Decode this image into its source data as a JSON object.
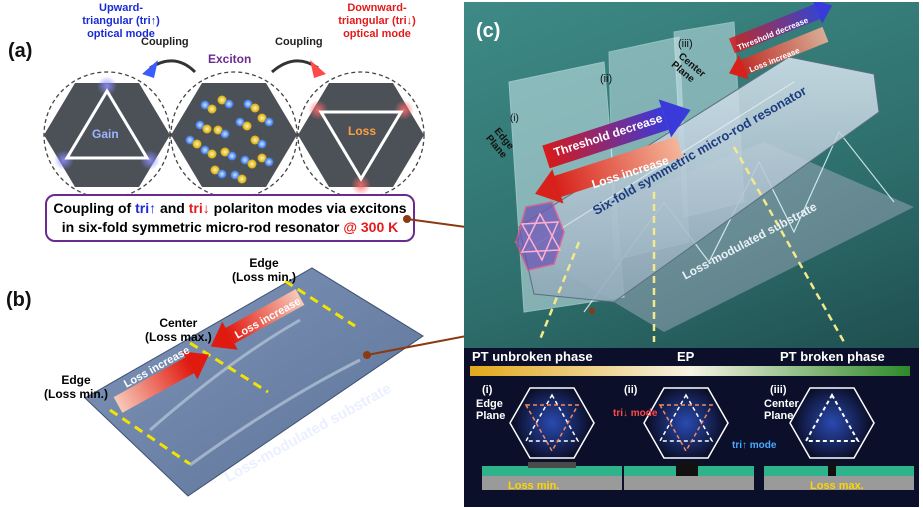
{
  "panel_a": {
    "letter": "(a)",
    "up_mode_lines": [
      "Upward-",
      "triangular (tri↑)",
      "optical mode"
    ],
    "down_mode_lines": [
      "Downward-",
      "triangular (tri↓)",
      "optical mode"
    ],
    "coupling_left": "Coupling",
    "coupling_right": "Coupling",
    "exciton": "Exciton",
    "gain": "Gain",
    "loss": "Loss",
    "caption": {
      "p1": "Coupling of ",
      "tri_up": "tri↑",
      "p2": " and ",
      "tri_down": "tri↓",
      "p3": " polariton modes via excitons",
      "p4": "in six-fold symmetric micro-rod resonator ",
      "temp": "@ 300 K"
    }
  },
  "panel_b": {
    "letter": "(b)",
    "edge_top": [
      "Edge",
      "(Loss min.)"
    ],
    "center": [
      "Center",
      "(Loss max.)"
    ],
    "edge_left": [
      "Edge",
      "(Loss min.)"
    ],
    "loss_increase_1": "Loss increase",
    "loss_increase_2": "Loss increase",
    "substrate": "Loss-modulated substrate"
  },
  "panel_c": {
    "letter": "(c)",
    "plane_i": "(i)",
    "plane_ii": "(ii)",
    "plane_iii": "(iii)",
    "edge_plane": [
      "Edge",
      "Plane"
    ],
    "center_plane": [
      "Center",
      "Plane"
    ],
    "threshold_decrease": "Threshold decrease",
    "loss_increase": "Loss increase",
    "threshold_decrease_small": "Threshold decrease",
    "loss_increase_small": "Loss increase",
    "resonator": "Six-fold symmetric micro-rod resonator",
    "substrate": "Loss-modulated substrate",
    "phase_unbroken": "PT unbroken phase",
    "ep": "EP",
    "phase_broken": "PT broken phase",
    "sub_i": {
      "roman": "(i)",
      "plane": [
        "Edge",
        "Plane"
      ],
      "loss": "Loss min."
    },
    "sub_ii": {
      "roman": "(ii)",
      "tri_down_mode": "tri↓ mode",
      "tri_up_mode": "tri↑ mode"
    },
    "sub_iii": {
      "roman": "(iii)",
      "plane": [
        "Center",
        "Plane"
      ],
      "loss": "Loss max."
    }
  },
  "colors": {
    "gain_blue": "#1a2bd6",
    "loss_red": "#e31b1b",
    "caption_border": "#6a2a90",
    "dark_bg": "#0b0f2a",
    "teal_bg": "#2e6f6c"
  }
}
